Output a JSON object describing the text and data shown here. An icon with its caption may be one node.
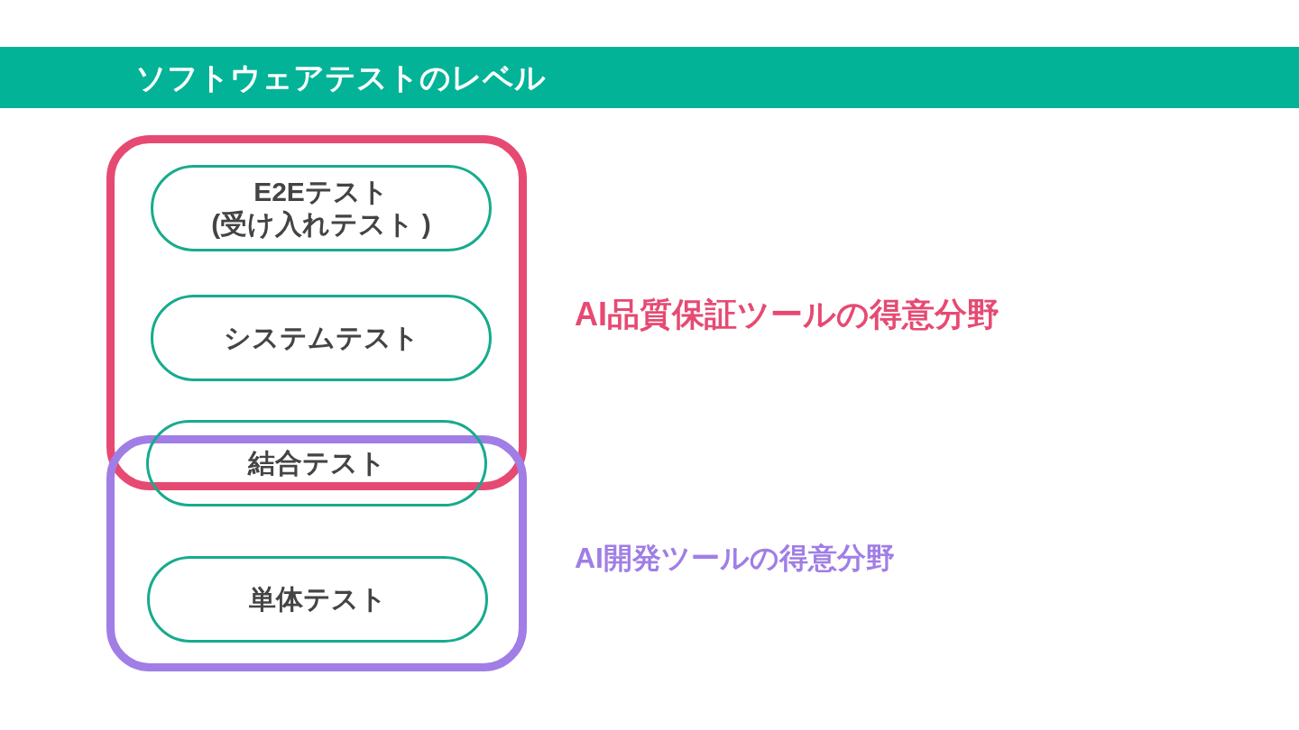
{
  "diagram": {
    "title": "ソフトウェアテストのレベル",
    "nodes": [
      {
        "text": [],
        "shape": "box",
        "beside": [
          "AI品質保証ツールの得意分野"
        ]
      },
      {
        "text": [
          "E2Eテスト(受け入れテスト )"
        ],
        "in": 0
      },
      {
        "text": [
          "システムテスト"
        ],
        "in": 0
      },
      {
        "text": [
          "結合テスト"
        ]
      },
      {
        "text": [],
        "shape": "box",
        "beside": [
          "AI開発ツールの得意分野"
        ]
      },
      {
        "text": [
          "単体テスト"
        ],
        "in": 4
      }
    ]
  }
}
